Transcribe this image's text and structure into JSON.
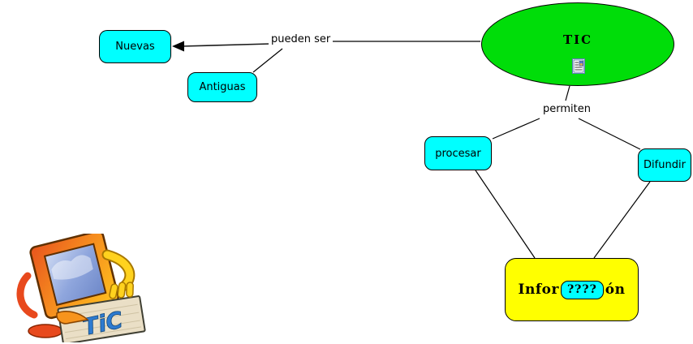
{
  "map": {
    "concepts": {
      "tic": "TIC",
      "nuevas": "Nuevas",
      "antiguas": "Antiguas",
      "procesar": "procesar",
      "difundir": "Difundir",
      "informacion": {
        "prefix": "Infor",
        "blank": "????",
        "suffix": "ón"
      }
    },
    "links": {
      "pueden_ser": "pueden ser",
      "permiten": "permiten"
    },
    "colors": {
      "tic_ellipse_green": "#00dd09",
      "concept_cyan": "#00ffff",
      "informacion_yellow": "#ffff00",
      "connector_black": "#000000"
    },
    "icons": {
      "resource_icon": "document-with-image-icon"
    },
    "clipart": {
      "sign_text": "TiC"
    }
  }
}
